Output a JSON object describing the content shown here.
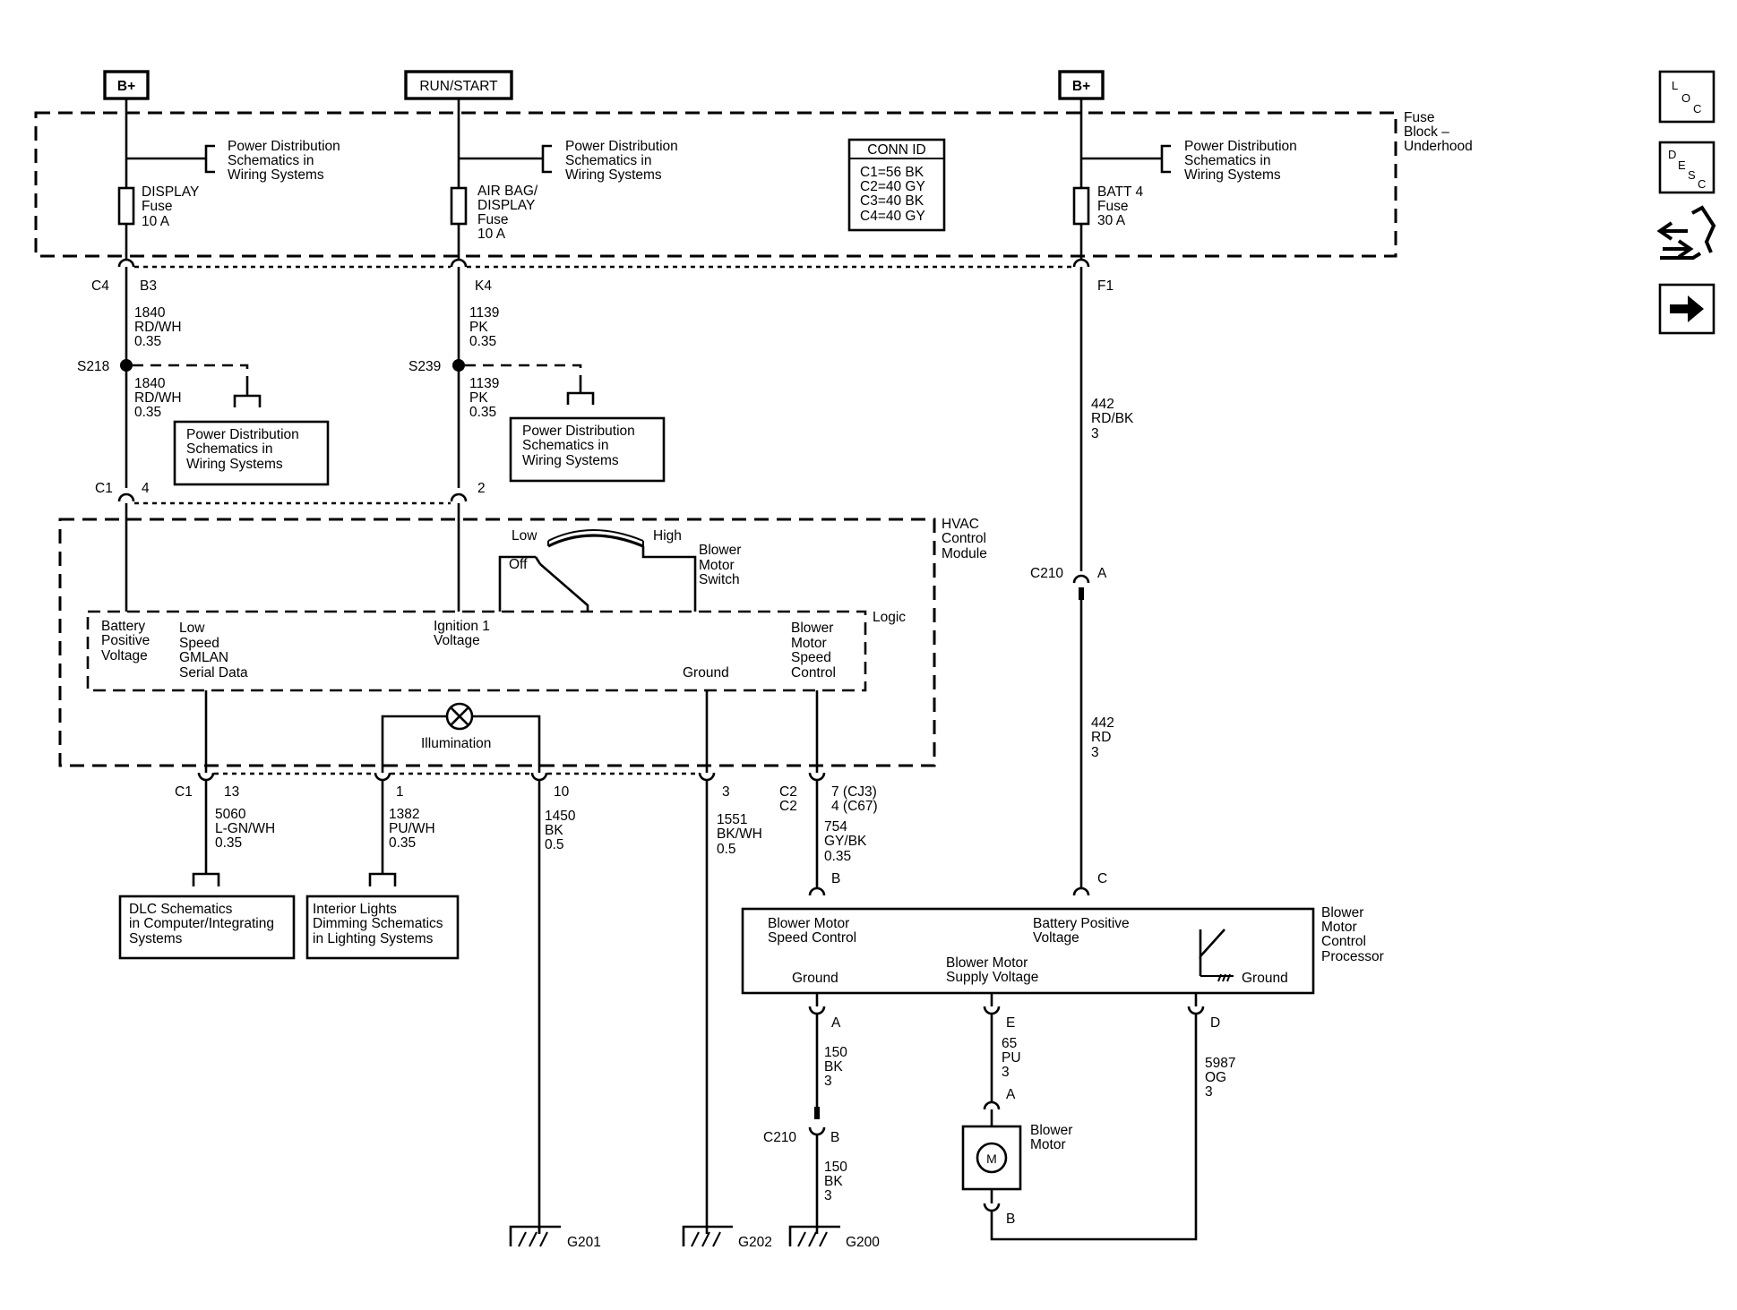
{
  "power_sources": {
    "b_plus_left": "B+",
    "run_start": "RUN/START",
    "b_plus_right": "B+"
  },
  "fuse_block": {
    "label_lines": [
      "Fuse",
      "Block –",
      "Underhood"
    ],
    "conn_id_title": "CONN ID",
    "conn_ids": [
      "C1=56 BK",
      "C2=40 GY",
      "C3=40 BK",
      "C4=40 GY"
    ],
    "ref_text": [
      "Power Distribution",
      "Schematics in",
      "Wiring Systems"
    ],
    "fuses": [
      {
        "lines": [
          "DISPLAY",
          "Fuse",
          "10 A"
        ]
      },
      {
        "lines": [
          "AIR BAG/",
          "DISPLAY",
          "Fuse",
          "10 A"
        ]
      },
      {
        "lines": [
          "BATT 4",
          "Fuse",
          "30 A"
        ]
      }
    ],
    "pins": {
      "connector": "C4",
      "p1": "B3",
      "p2": "K4",
      "p3": "F1"
    }
  },
  "circuits": {
    "c1840a": [
      "1840",
      "RD/WH",
      "0.35"
    ],
    "c1840b": [
      "1840",
      "RD/WH",
      "0.35"
    ],
    "c1139a": [
      "1139",
      "PK",
      "0.35"
    ],
    "c1139b": [
      "1139",
      "PK",
      "0.35"
    ],
    "c442a": [
      "442",
      "RD/BK",
      "3"
    ],
    "c442b": [
      "442",
      "RD",
      "3"
    ],
    "c5060": [
      "5060",
      "L-GN/WH",
      "0.35"
    ],
    "c1382": [
      "1382",
      "PU/WH",
      "0.35"
    ],
    "c1450": [
      "1450",
      "BK",
      "0.5"
    ],
    "c1551": [
      "1551",
      "BK/WH",
      "0.5"
    ],
    "c754": [
      "754",
      "GY/BK",
      "0.35"
    ],
    "c150a": [
      "150",
      "BK",
      "3"
    ],
    "c150b": [
      "150",
      "BK",
      "3"
    ],
    "c65": [
      "65",
      "PU",
      "3"
    ],
    "c5987": [
      "5987",
      "OG",
      "3"
    ]
  },
  "splices": {
    "s218": "S218",
    "s239": "S239"
  },
  "splice_refs": {
    "left": [
      "Power Distribution",
      "Schematics in",
      "Wiring Systems"
    ],
    "right": [
      "Power Distribution",
      "Schematics in",
      "Wiring Systems"
    ]
  },
  "hvac": {
    "label_lines": [
      "HVAC",
      "Control",
      "Module"
    ],
    "c1_top": {
      "connector": "C1",
      "pin_a": "4",
      "pin_b": "2"
    },
    "switch": {
      "low": "Low",
      "high": "High",
      "off": "Off",
      "name_lines": [
        "Blower",
        "Motor",
        "Switch"
      ]
    },
    "logic": "Logic",
    "battery_positive": [
      "Battery",
      "Positive",
      "Voltage"
    ],
    "low_speed": [
      "Low",
      "Speed",
      "GMLAN",
      "Serial Data"
    ],
    "ignition": [
      "Ignition 1",
      "Voltage"
    ],
    "ground": "Ground",
    "blower_speed": [
      "Blower",
      "Motor",
      "Speed",
      "Control"
    ],
    "illumination": "Illumination",
    "c1_bottom": {
      "connector": "C1",
      "p13": "13",
      "p1": "1",
      "p10": "10",
      "p3": "3"
    },
    "c2": {
      "c2a": "C2",
      "c2b": "C2",
      "pin_a": "7 (CJ3)",
      "pin_b": "4 (C67)"
    }
  },
  "c210": {
    "top": "C210",
    "top_pin": "A",
    "bottom": "C210",
    "bottom_pin": "B"
  },
  "refs": {
    "dlc": [
      "DLC Schematics",
      "in Computer/Integrating",
      "Systems"
    ],
    "interior": [
      "Interior Lights",
      "Dimming Schematics",
      "in Lighting Systems"
    ]
  },
  "processor": {
    "label_lines": [
      "Blower",
      "Motor",
      "Control",
      "Processor"
    ],
    "speed_control": [
      "Blower Motor",
      "Speed Control"
    ],
    "battery_positive": [
      "Battery Positive",
      "Voltage"
    ],
    "supply_voltage": [
      "Blower Motor",
      "Supply Voltage"
    ],
    "ground_left": "Ground",
    "ground_right": "Ground",
    "pins": {
      "b": "B",
      "c": "C",
      "a": "A",
      "e": "E",
      "d": "D"
    }
  },
  "motor": {
    "label_lines": [
      "Blower",
      "Motor"
    ],
    "symbol": "M",
    "pin_a": "A",
    "pin_b": "B"
  },
  "grounds": {
    "g201": "G201",
    "g202": "G202",
    "g200": "G200"
  },
  "side_buttons": {
    "loc": [
      "L",
      "O",
      "C"
    ],
    "desc": [
      "D",
      "E",
      "S",
      "C"
    ]
  }
}
